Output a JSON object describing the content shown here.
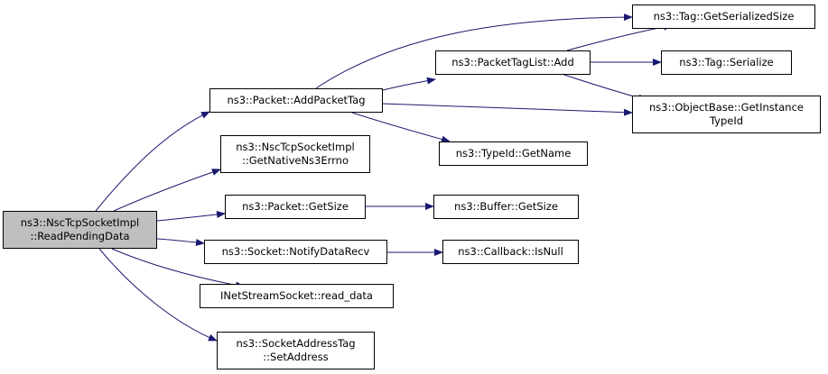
{
  "graph": {
    "nodes": {
      "read_pending": {
        "lines": [
          "ns3::NscTcpSocketImpl",
          "::ReadPendingData"
        ],
        "highlighted": true
      },
      "add_packet_tag": {
        "lines": [
          "ns3::Packet::AddPacketTag"
        ]
      },
      "get_native_errno": {
        "lines": [
          "ns3::NscTcpSocketImpl",
          "::GetNativeNs3Errno"
        ]
      },
      "packet_get_size": {
        "lines": [
          "ns3::Packet::GetSize"
        ]
      },
      "notify_data_recv": {
        "lines": [
          "ns3::Socket::NotifyDataRecv"
        ]
      },
      "read_data": {
        "lines": [
          "INetStreamSocket::read_data"
        ]
      },
      "set_address": {
        "lines": [
          "ns3::SocketAddressTag",
          "::SetAddress"
        ]
      },
      "packet_tag_list_add": {
        "lines": [
          "ns3::PacketTagList::Add"
        ]
      },
      "typeid_get_name": {
        "lines": [
          "ns3::TypeId::GetName"
        ]
      },
      "buffer_get_size": {
        "lines": [
          "ns3::Buffer::GetSize"
        ]
      },
      "callback_is_null": {
        "lines": [
          "ns3::Callback::IsNull"
        ]
      },
      "tag_get_serialized_size": {
        "lines": [
          "ns3::Tag::GetSerializedSize"
        ]
      },
      "tag_serialize": {
        "lines": [
          "ns3::Tag::Serialize"
        ]
      },
      "object_base_get_instance_typeid": {
        "lines": [
          "ns3::ObjectBase::GetInstance",
          "TypeId"
        ]
      }
    },
    "edges": [
      [
        "read_pending",
        "add_packet_tag"
      ],
      [
        "read_pending",
        "get_native_errno"
      ],
      [
        "read_pending",
        "packet_get_size"
      ],
      [
        "read_pending",
        "notify_data_recv"
      ],
      [
        "read_pending",
        "read_data"
      ],
      [
        "read_pending",
        "set_address"
      ],
      [
        "add_packet_tag",
        "tag_get_serialized_size"
      ],
      [
        "add_packet_tag",
        "packet_tag_list_add"
      ],
      [
        "add_packet_tag",
        "object_base_get_instance_typeid"
      ],
      [
        "add_packet_tag",
        "typeid_get_name"
      ],
      [
        "packet_tag_list_add",
        "tag_get_serialized_size"
      ],
      [
        "packet_tag_list_add",
        "tag_serialize"
      ],
      [
        "packet_tag_list_add",
        "object_base_get_instance_typeid"
      ],
      [
        "packet_get_size",
        "buffer_get_size"
      ],
      [
        "notify_data_recv",
        "callback_is_null"
      ]
    ],
    "colors": {
      "edge": "#191970",
      "node_border": "#000000",
      "root_fill": "#bfbfbf",
      "node_fill": "#ffffff"
    }
  }
}
